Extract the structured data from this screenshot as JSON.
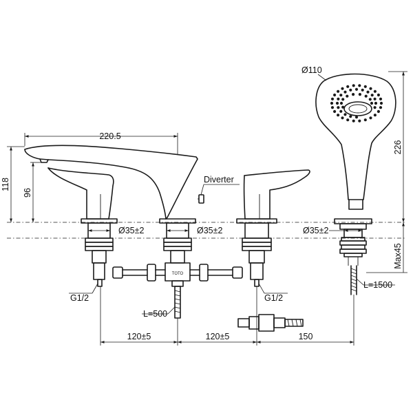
{
  "labels": {
    "shower_diameter": "Ø110",
    "spout_reach": "220.5",
    "height_total": "226",
    "height_spout": "118",
    "height_outlet": "96",
    "diverter": "Diverter",
    "hole_left": "Ø35±2",
    "hole_mid": "Ø35±2",
    "hole_right": "Ø35±2",
    "max_deck": "Max45",
    "thread_left": "G1/2",
    "thread_right": "G1/2",
    "hose_shower": "L=1500",
    "hose_inlet": "L=500",
    "spacing_1": "120±5",
    "spacing_2": "120±5",
    "spacing_3": "150",
    "brand_mark": "TOTO"
  }
}
